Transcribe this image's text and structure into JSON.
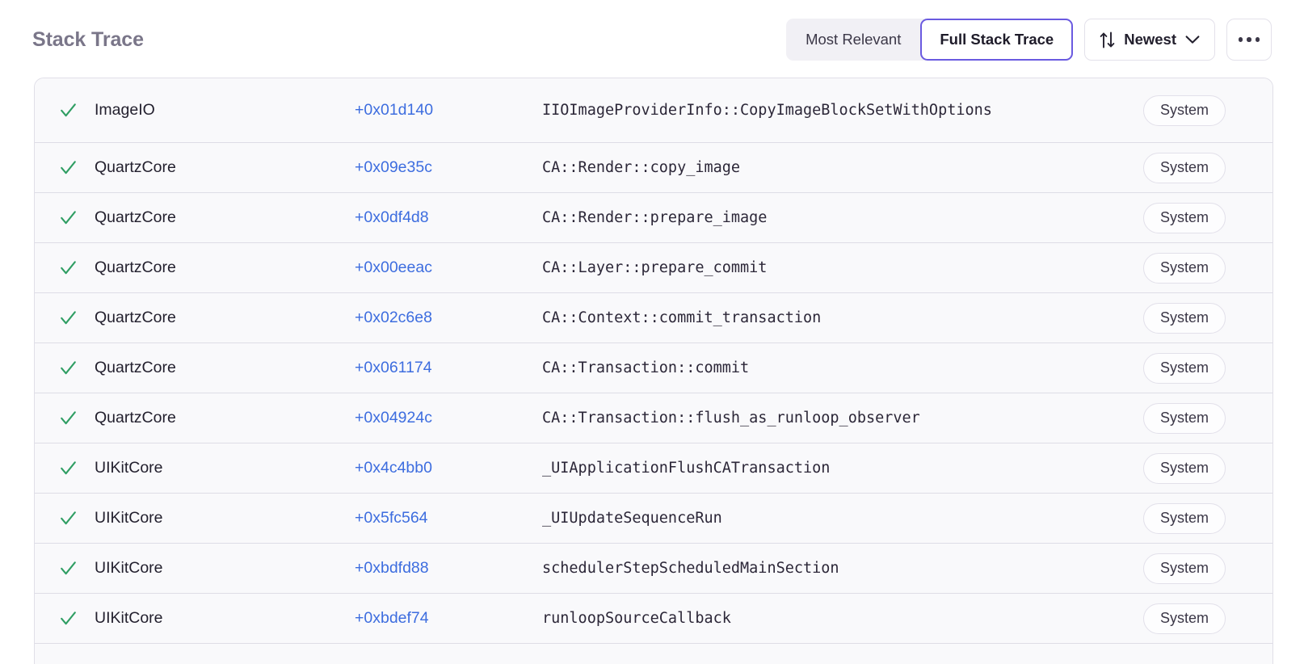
{
  "header": {
    "title": "Stack Trace",
    "segmented": {
      "options": [
        {
          "label": "Most Relevant",
          "active": false
        },
        {
          "label": "Full Stack Trace",
          "active": true
        }
      ]
    },
    "sort": {
      "icon": "sort-arrows-icon",
      "label": "Newest",
      "chevron": "chevron-down-icon"
    },
    "more": {
      "icon": "ellipsis-icon",
      "label": "..."
    }
  },
  "colors": {
    "accent_purple": "#6a5ae0",
    "link_blue": "#3d6ddf",
    "check_green": "#2f9e63",
    "title_gray": "#7a7689",
    "row_bg": "#f9f9fb",
    "divider": "#dedde6",
    "segment_bg": "#f1f0f5"
  },
  "table": {
    "columns": [
      "status",
      "module",
      "offset",
      "symbol",
      "kind"
    ],
    "rows": [
      {
        "status": "check",
        "module": "ImageIO",
        "offset": "+0x01d140",
        "symbol": "IIOImageProviderInfo::CopyImageBlockSetWithOptions",
        "kind": "System",
        "tall": true
      },
      {
        "status": "check",
        "module": "QuartzCore",
        "offset": "+0x09e35c",
        "symbol": "CA::Render::copy_image",
        "kind": "System",
        "tall": false
      },
      {
        "status": "check",
        "module": "QuartzCore",
        "offset": "+0x0df4d8",
        "symbol": "CA::Render::prepare_image",
        "kind": "System",
        "tall": false
      },
      {
        "status": "check",
        "module": "QuartzCore",
        "offset": "+0x00eeac",
        "symbol": "CA::Layer::prepare_commit",
        "kind": "System",
        "tall": false
      },
      {
        "status": "check",
        "module": "QuartzCore",
        "offset": "+0x02c6e8",
        "symbol": "CA::Context::commit_transaction",
        "kind": "System",
        "tall": false
      },
      {
        "status": "check",
        "module": "QuartzCore",
        "offset": "+0x061174",
        "symbol": "CA::Transaction::commit",
        "kind": "System",
        "tall": false
      },
      {
        "status": "check",
        "module": "QuartzCore",
        "offset": "+0x04924c",
        "symbol": "CA::Transaction::flush_as_runloop_observer",
        "kind": "System",
        "tall": false
      },
      {
        "status": "check",
        "module": "UIKitCore",
        "offset": "+0x4c4bb0",
        "symbol": "_UIApplicationFlushCATransaction",
        "kind": "System",
        "tall": false
      },
      {
        "status": "check",
        "module": "UIKitCore",
        "offset": "+0x5fc564",
        "symbol": "_UIUpdateSequenceRun",
        "kind": "System",
        "tall": false
      },
      {
        "status": "check",
        "module": "UIKitCore",
        "offset": "+0xbdfd88",
        "symbol": "schedulerStepScheduledMainSection",
        "kind": "System",
        "tall": false
      },
      {
        "status": "check",
        "module": "UIKitCore",
        "offset": "+0xbdef74",
        "symbol": "runloopSourceCallback",
        "kind": "System",
        "tall": false
      }
    ]
  }
}
